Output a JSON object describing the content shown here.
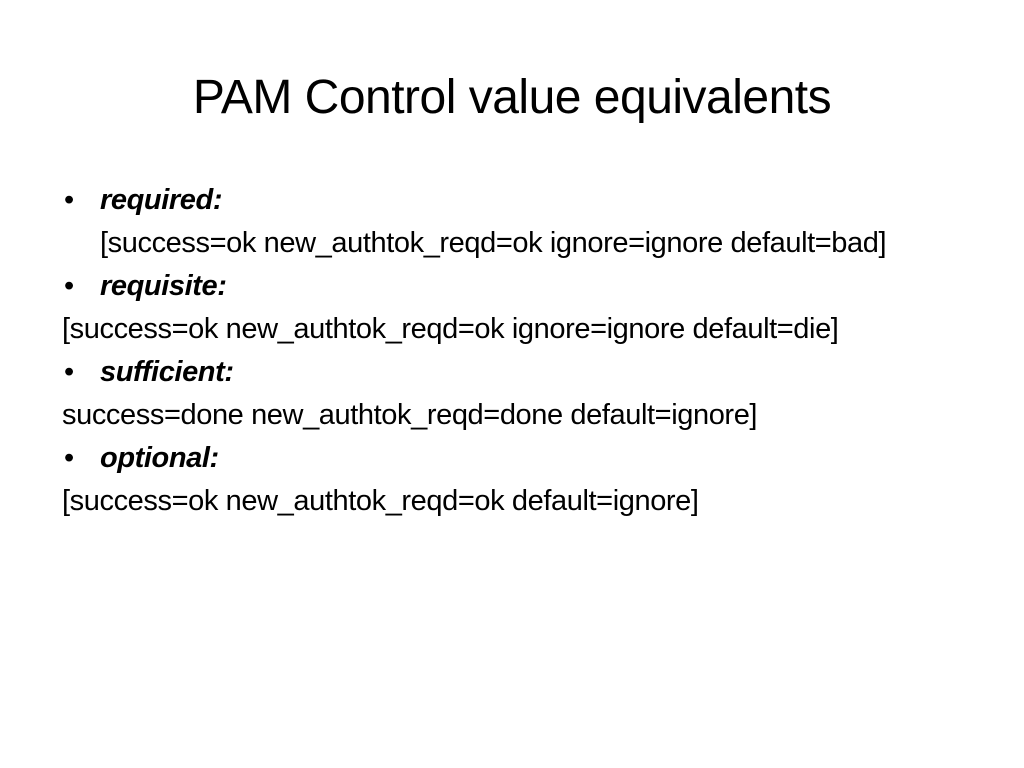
{
  "slide": {
    "title": "PAM Control value equivalents",
    "items": [
      {
        "bullet": "•",
        "term": "required:",
        "value": "[success=ok new_authtok_reqd=ok ignore=ignore default=bad]"
      },
      {
        "bullet": "•",
        "term": "requisite:",
        "value": "[success=ok new_authtok_reqd=ok ignore=ignore default=die]"
      },
      {
        "bullet": "•",
        "term": "sufficient:",
        "value": "success=done new_authtok_reqd=done default=ignore]"
      },
      {
        "bullet": "•",
        "term": "optional:",
        "value": "[success=ok new_authtok_reqd=ok default=ignore]"
      }
    ]
  }
}
